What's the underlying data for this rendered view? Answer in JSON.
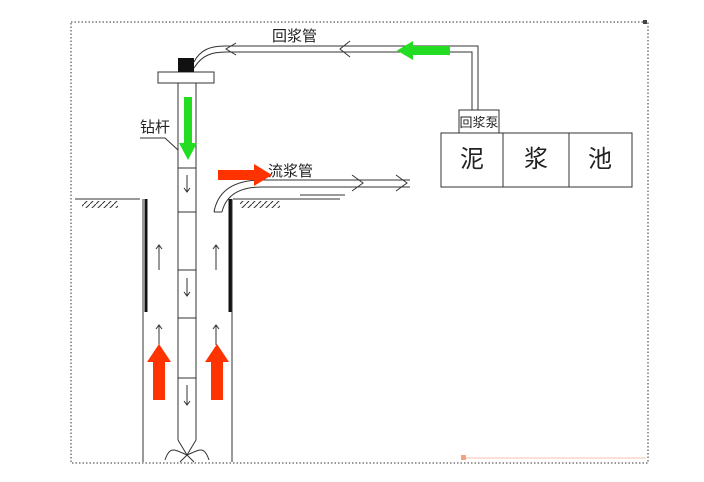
{
  "labels": {
    "return_pipe": "回浆管",
    "drill_rod": "钻杆",
    "outflow_pipe": "流浆管",
    "return_pump": "回浆泵"
  },
  "mud_pool": {
    "chars": [
      "泥",
      "浆",
      "池"
    ]
  },
  "colors": {
    "green_arrow": "#22dd22",
    "red_arrow": "#ff3300",
    "line": "#333333"
  }
}
